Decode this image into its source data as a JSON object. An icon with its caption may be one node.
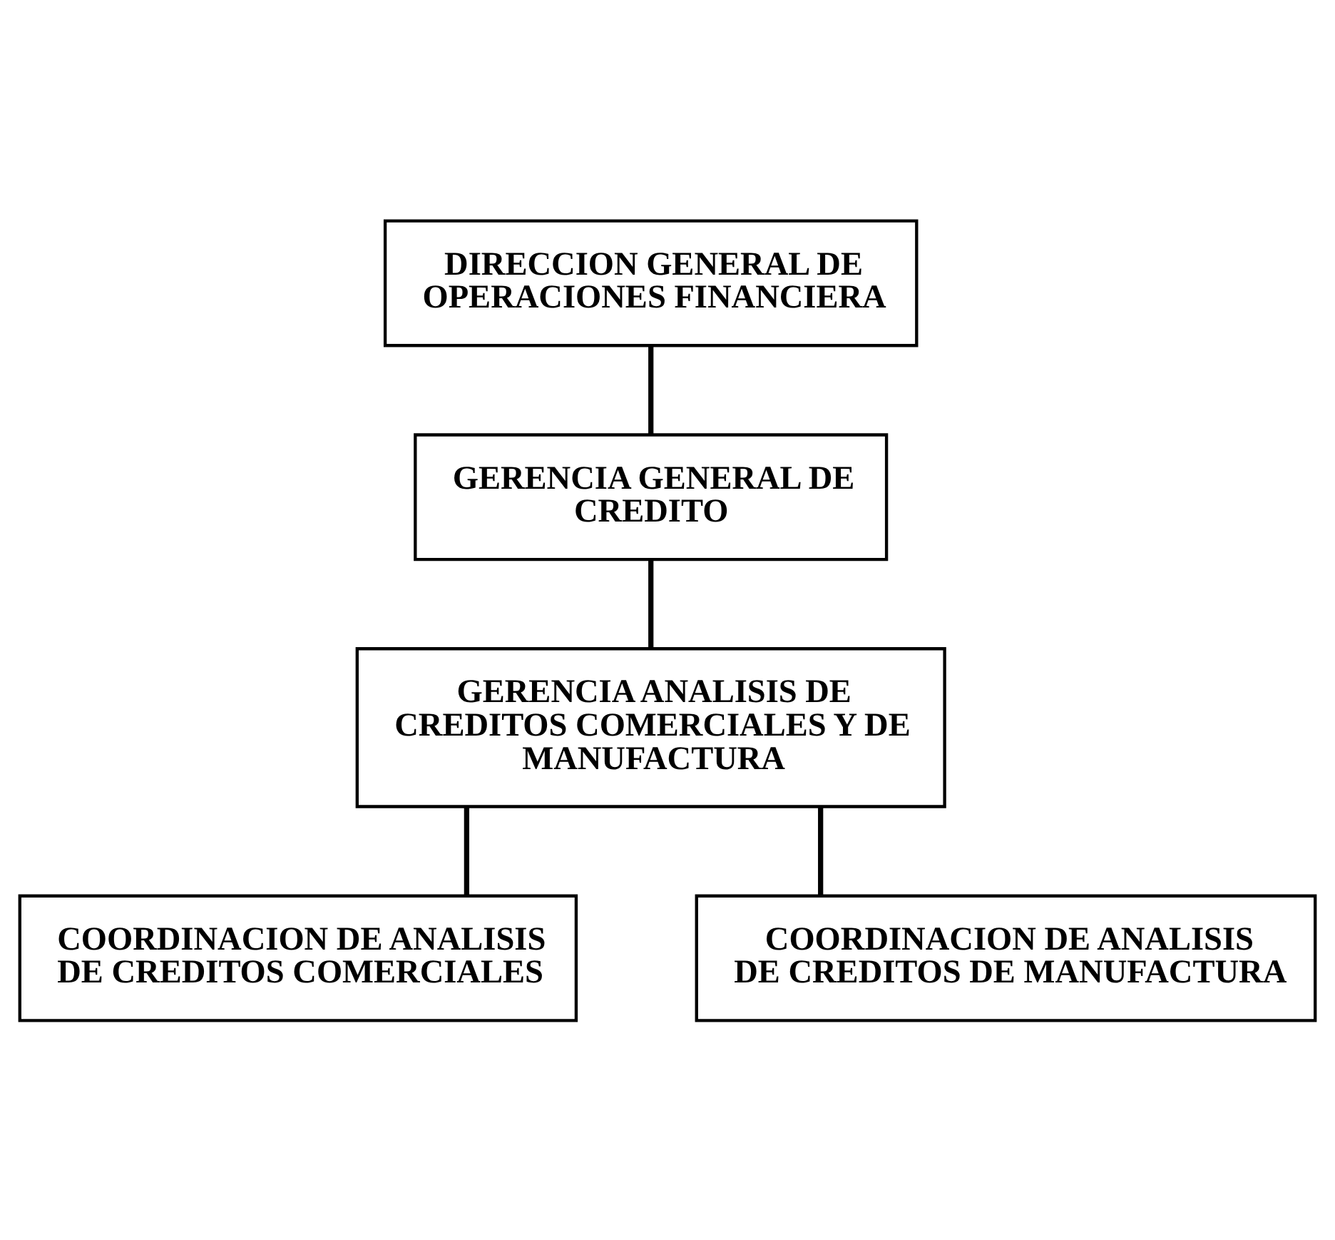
{
  "diagram": {
    "nodes": [
      {
        "text": [
          "DIRECCION GENERAL DE OPERACIONES FINANCIERA"
        ]
      },
      {
        "text": [
          "GERENCIA GENERAL DE CREDITO"
        ]
      },
      {
        "text": [
          "GERENCIA ANALISIS DE CREDITOS COMERCIALES Y DE MANUFACTURA"
        ]
      },
      {
        "text": [
          "COORDINACION DE ANALISIS DE CREDITOS COMERCIALES"
        ]
      },
      {
        "text": [
          "COORDINACION DE ANALISIS DE CREDITOS DE MANUFACTURA"
        ]
      }
    ],
    "edges": [
      {
        "from": 0,
        "to": 1,
        "arrow": "none"
      },
      {
        "from": 1,
        "to": 2,
        "arrow": "none"
      },
      {
        "from": 2,
        "to": 3,
        "arrow": "none"
      },
      {
        "from": 2,
        "to": 4,
        "arrow": "none"
      }
    ]
  }
}
